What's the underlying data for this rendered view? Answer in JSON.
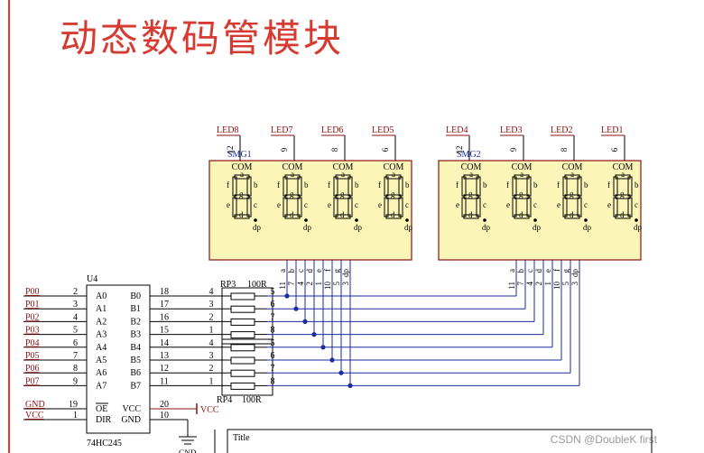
{
  "heading": "动态数码管模块",
  "watermark": "CSDN @DoubleK first",
  "colors": {
    "border": "#d63a30",
    "wire": "#1a2aa0",
    "net": "#8a1010",
    "display_fill": "#fbf6b8",
    "display_edge": "#8a1010",
    "junction": "#1a2aa0"
  },
  "ic": {
    "ref": "U4",
    "part": "74HC245",
    "left_pins": [
      {
        "num": "2",
        "name": "A0",
        "net": "P00"
      },
      {
        "num": "3",
        "name": "A1",
        "net": "P01"
      },
      {
        "num": "4",
        "name": "A2",
        "net": "P02"
      },
      {
        "num": "5",
        "name": "A3",
        "net": "P03"
      },
      {
        "num": "6",
        "name": "A4",
        "net": "P04"
      },
      {
        "num": "7",
        "name": "A5",
        "net": "P05"
      },
      {
        "num": "8",
        "name": "A6",
        "net": "P06"
      },
      {
        "num": "9",
        "name": "A7",
        "net": "P07"
      }
    ],
    "right_pins": [
      {
        "num": "18",
        "name": "B0"
      },
      {
        "num": "17",
        "name": "B1"
      },
      {
        "num": "16",
        "name": "B2"
      },
      {
        "num": "15",
        "name": "B3"
      },
      {
        "num": "14",
        "name": "B4"
      },
      {
        "num": "13",
        "name": "B5"
      },
      {
        "num": "12",
        "name": "B6"
      },
      {
        "num": "11",
        "name": "B7"
      }
    ],
    "ctrl_left": [
      {
        "num": "19",
        "name": "OE",
        "net": "GND"
      },
      {
        "num": "1",
        "name": "DIR",
        "net": "VCC"
      }
    ],
    "ctrl_right": [
      {
        "num": "20",
        "name": "VCC",
        "net": "VCC"
      },
      {
        "num": "10",
        "name": "GND",
        "net": "GND"
      }
    ]
  },
  "resistors": [
    {
      "ref": "RP3",
      "value": "100R",
      "left_pins": [
        "4",
        "3",
        "2",
        "1"
      ],
      "right_pins": [
        "5",
        "6",
        "7",
        "8"
      ]
    },
    {
      "ref": "RP4",
      "value": "100R",
      "left_pins": [
        "4",
        "3",
        "2",
        "1"
      ],
      "right_pins": [
        "5",
        "6",
        "7",
        "8"
      ]
    }
  ],
  "displays": [
    {
      "ref": "SMG1",
      "leds": [
        "LED8",
        "LED7",
        "LED6",
        "LED5"
      ],
      "com_pins": [
        "12",
        "9",
        "8",
        "6"
      ],
      "seg_names": [
        "a",
        "b",
        "c",
        "d",
        "e",
        "f",
        "g",
        "dp"
      ],
      "seg_pins": [
        "11",
        "7",
        "4",
        "2",
        "1",
        "10",
        "5",
        "3"
      ]
    },
    {
      "ref": "SMG2",
      "leds": [
        "LED4",
        "LED3",
        "LED2",
        "LED1"
      ],
      "com_pins": [
        "12",
        "9",
        "8",
        "6"
      ],
      "seg_names": [
        "a",
        "b",
        "c",
        "d",
        "e",
        "f",
        "g",
        "dp"
      ],
      "seg_pins": [
        "11",
        "7",
        "4",
        "2",
        "1",
        "10",
        "5",
        "3"
      ]
    }
  ],
  "digit_labels": {
    "com": "COM",
    "a": "a",
    "b": "b",
    "c": "c",
    "d": "d",
    "e": "e",
    "f": "f",
    "g": "g",
    "dp": "dp"
  },
  "title_block": {
    "label": "Title"
  },
  "gnd_label": "GND"
}
